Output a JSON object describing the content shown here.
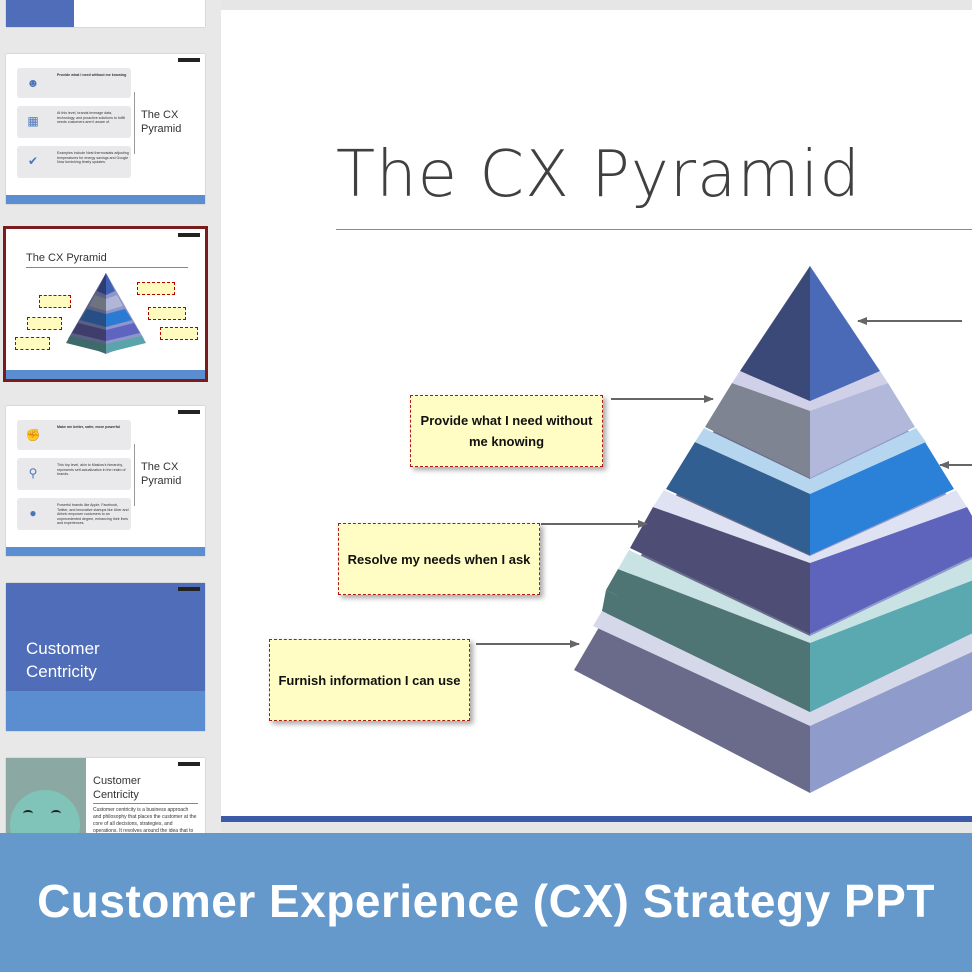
{
  "thumbnails": {
    "slide1": {
      "rows": [
        {
          "icon": "brain-icon",
          "glyph": "☻",
          "text": "Provide what I need without me knowing"
        },
        {
          "icon": "store-icon",
          "glyph": "▦",
          "text": "At this level, brands leverage data, technology, and proactive solutions to fulfill needs customers aren't aware of."
        },
        {
          "icon": "check-icon",
          "glyph": "✔",
          "text": "Examples include Nest thermostats adjusting temperatures for energy savings and Google Now furnishing timely updates."
        }
      ],
      "title": "The CX Pyramid"
    },
    "slide2": {
      "title": "The CX Pyramid"
    },
    "slide3": {
      "rows": [
        {
          "icon": "muscle-icon",
          "glyph": "✊",
          "text": "Make me better, safer, more powerful"
        },
        {
          "icon": "hierarchy-icon",
          "glyph": "⚲",
          "text": "This top level, akin to Maslow's hierarchy, represents self-actualization in the realm of brands."
        },
        {
          "icon": "apple-icon",
          "glyph": "●",
          "text": "Powerful brands like Apple, Facebook, Twitter, and innovative startups like Uber and Airbnb empower customers to an unprecedented degree, enhancing their lives and experiences."
        }
      ],
      "title": "The CX Pyramid"
    },
    "slide4": {
      "title": "Customer Centricity"
    },
    "slide5": {
      "title": "Customer Centricity",
      "body": "Customer centricity is a business approach and philosophy that places the customer at the core of all decisions, strategies, and operations. It revolves around the idea that to succeed and thrive, a company must"
    }
  },
  "slide": {
    "title": "The CX Pyramid",
    "notes": [
      {
        "id": "note-provide",
        "text": "Provide what I need without me knowing"
      },
      {
        "id": "note-resolve",
        "text": "Resolve my needs when I ask"
      },
      {
        "id": "note-furnish",
        "text": "Furnish information I can use"
      }
    ]
  },
  "banner": {
    "text": "Customer Experience (CX) Strategy PPT"
  },
  "colors": {
    "accent": "#6599cc",
    "slide_bar": "#3c5aa7",
    "note_fill": "#fffdc4",
    "note_border": "#b0161e",
    "active_thumb": "#7a1c1c",
    "pyramid_layers": [
      "#3a4a7a",
      "#7f8593",
      "#2f5f94",
      "#52507c",
      "#4f7473",
      "#6a6a8a"
    ]
  }
}
